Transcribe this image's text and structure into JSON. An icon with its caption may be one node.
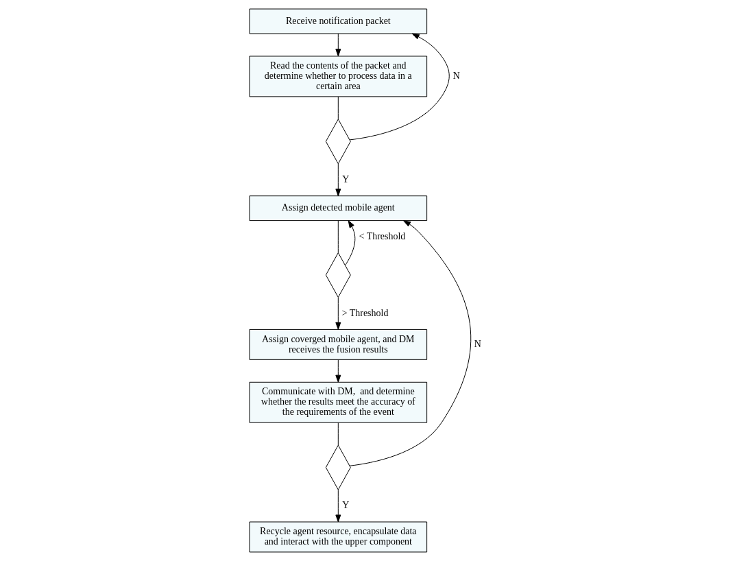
{
  "diagram": {
    "nodes": [
      {
        "text": [
          "Receive notification packet"
        ]
      },
      {
        "text": [
          "Read the contents of the packet and determine whether to process data in a certain area"
        ]
      },
      {
        "text": [],
        "shape": "diamond"
      },
      {
        "text": [
          "Assign detected mobile agent"
        ]
      },
      {
        "text": [],
        "shape": "diamond"
      },
      {
        "text": [
          "Assign coverged mobile agent, and DM receives the fusion results"
        ]
      },
      {
        "text": [
          "Communicate with DM,  and determine whether the results meet the accuracy of the requirements of the event"
        ]
      },
      {
        "text": [],
        "shape": "diamond"
      },
      {
        "text": [
          "Recycle agent resource, encapsulate data and interact with the upper component"
        ]
      }
    ],
    "edges": [
      {
        "from": 0,
        "to": 1,
        "arrow": "to"
      },
      {
        "from": 1,
        "to": 2,
        "arrow": "none"
      },
      {
        "from": 2,
        "to": 0,
        "arrow": "to",
        "label": "N"
      },
      {
        "from": 2,
        "to": 3,
        "arrow": "to",
        "label": "Y"
      },
      {
        "from": 3,
        "to": 4,
        "arrow": "none"
      },
      {
        "from": 4,
        "to": 3,
        "arrow": "to",
        "label": "< Threshold"
      },
      {
        "from": 4,
        "to": 5,
        "arrow": "to",
        "label": "> Threshold"
      },
      {
        "from": 5,
        "to": 6,
        "arrow": "to"
      },
      {
        "from": 6,
        "to": 7,
        "arrow": "none"
      },
      {
        "from": 7,
        "to": 8,
        "arrow": "to",
        "label": "Y"
      },
      {
        "from": 7,
        "to": 3,
        "arrow": "to",
        "label": "N"
      }
    ]
  }
}
